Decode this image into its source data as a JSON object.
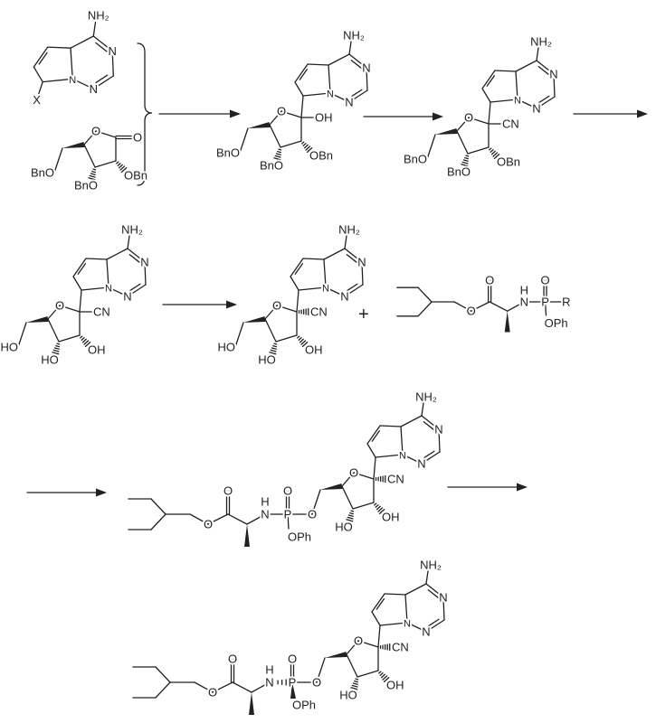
{
  "colors": {
    "ink": "#222222",
    "background": "#ffffff"
  },
  "plus": "+",
  "structures": {
    "start_base": {
      "labels": {
        "amine": "NH₂",
        "n3": "N",
        "n1": "N",
        "n8": "N",
        "substituent": "X"
      }
    },
    "start_lactone": {
      "labels": {
        "ring_o": "O",
        "c1": "O",
        "o2": "OBn",
        "o3": "BnO",
        "o5": "BnO"
      }
    },
    "hemiketal": {
      "labels": {
        "amine": "NH₂",
        "n3": "N",
        "n1": "N",
        "n8": "N",
        "ring_o": "O",
        "c1": "OH",
        "o2": "OBn",
        "o3": "BnO",
        "o5": "BnO"
      }
    },
    "benzyl_nitrile": {
      "labels": {
        "amine": "NH₂",
        "n3": "N",
        "n1": "N",
        "n8": "N",
        "ring_o": "O",
        "c1": "CN",
        "o2": "OBn",
        "o3": "BnO",
        "o5": "BnO"
      }
    },
    "triol_nitrile": {
      "labels": {
        "amine": "NH₂",
        "n3": "N",
        "n1": "N",
        "n8": "N",
        "ring_o": "O",
        "c1": "CN",
        "o2": "OH",
        "o3": "HO",
        "o5": "HO"
      }
    },
    "triol_nitrile_stereo": {
      "labels": {
        "amine": "NH₂",
        "n3": "N",
        "n1": "N",
        "n8": "N",
        "ring_o": "O",
        "c1": "CN",
        "o2": "OH",
        "o3": "HO",
        "o5": "HO"
      }
    },
    "phosphoramidate_reagent": {
      "labels": {
        "ester_o": "O",
        "carbonyl_o": "O",
        "n": "N",
        "nh_h": "H",
        "p": "P",
        "p_o": "O",
        "oph": "OPh",
        "tail": "R"
      }
    },
    "coupled_product": {
      "nucleoside": {
        "labels": {
          "amine": "NH₂",
          "n3": "N",
          "n1": "N",
          "n8": "N",
          "ring_o": "O",
          "c1": "CN",
          "o2": "OH",
          "o3": "HO"
        }
      },
      "chain": {
        "labels": {
          "ester_o": "O",
          "carbonyl_o": "O",
          "n": "N",
          "nh_h": "H",
          "p": "P",
          "p_o": "O",
          "oph": "OPh",
          "tail": "O"
        }
      }
    },
    "final_product": {
      "nucleoside": {
        "labels": {
          "amine": "NH₂",
          "n3": "N",
          "n1": "N",
          "n8": "N",
          "ring_o": "O",
          "c1": "CN",
          "o2": "OH",
          "o3": "HO"
        }
      },
      "chain": {
        "labels": {
          "ester_o": "O",
          "carbonyl_o": "O",
          "n": "N",
          "nh_h": "H",
          "p": "P",
          "p_o": "O",
          "oph": "OPh",
          "tail": "O"
        }
      }
    }
  }
}
